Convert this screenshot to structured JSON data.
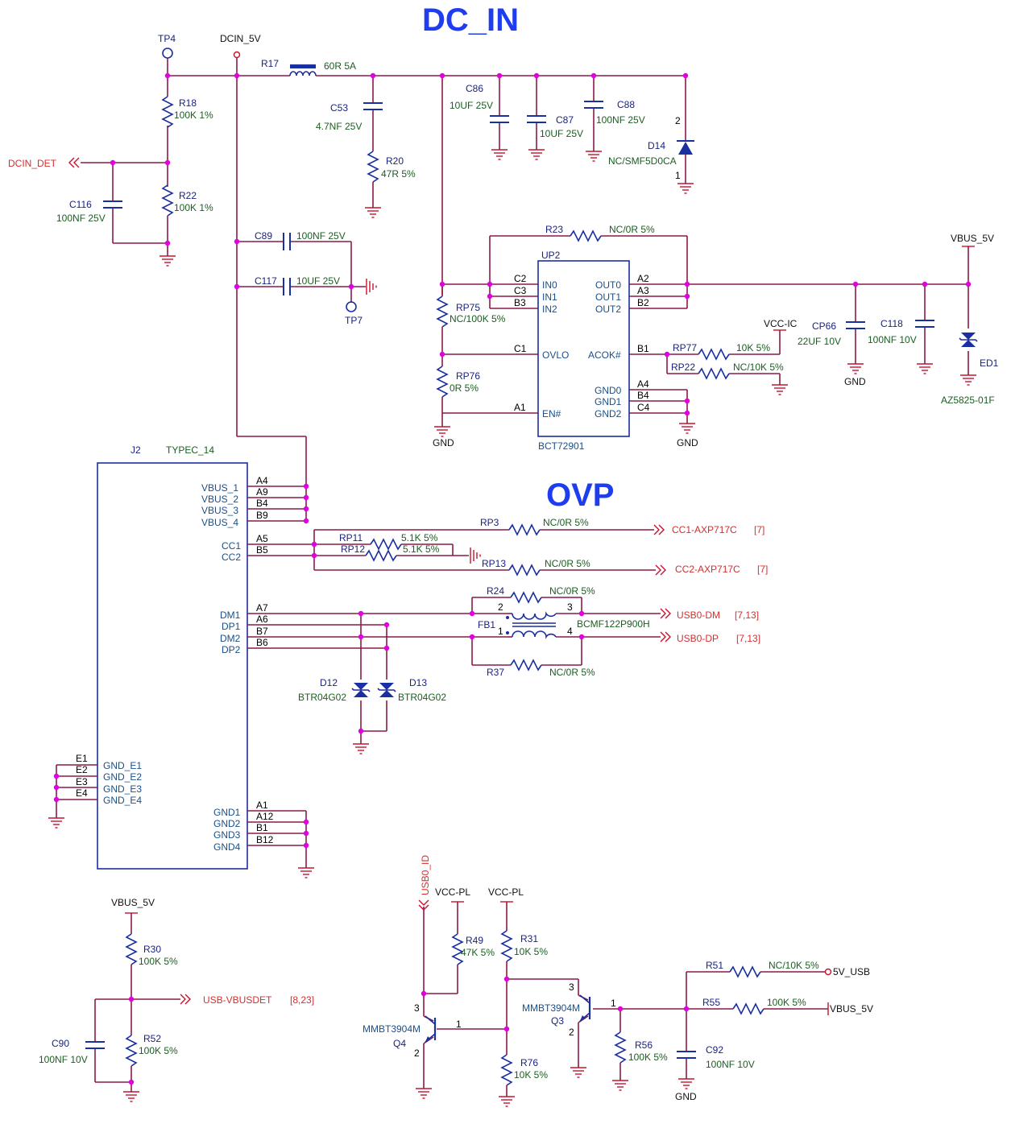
{
  "titles": {
    "dc_in": "DC_IN",
    "ovp": "OVP"
  },
  "nets": {
    "dcin_5v": "DCIN_5V",
    "vbus_5v_top": "VBUS_5V",
    "vcc_ic": "VCC-IC",
    "vbus_5v_bottom": "VBUS_5V",
    "vcc_pl_1": "VCC-PL",
    "vcc_pl_2": "VCC-PL",
    "usb0_id": "USB0_ID",
    "v5_usb": "5V_USB",
    "vbus_5v_right": "VBUS_5V",
    "gnd_up2_left": "GND",
    "gnd_up2_right": "GND",
    "gnd_cp66": "GND",
    "gnd_c92": "GND"
  },
  "ports": {
    "dcin_det": "DCIN_DET",
    "cc1": "CC1-AXP717C",
    "cc1_ref": "[7]",
    "cc2": "CC2-AXP717C",
    "cc2_ref": "[7]",
    "usb0_dm": "USB0-DM",
    "usb0_dm_ref": "[7,13]",
    "usb0_dp": "USB0-DP",
    "usb0_dp_ref": "[7,13]",
    "usb_vbusdet": "USB-VBUSDET",
    "usb_vbusdet_ref": "[8,23]"
  },
  "components": {
    "tp4": "TP4",
    "tp7": "TP7",
    "r17": "R17",
    "r17_val": "60R 5A",
    "r18": "R18",
    "r18_val": "100K 1%",
    "r22": "R22",
    "r22_val": "100K 1%",
    "c116": "C116",
    "c116_val": "100NF 25V",
    "c53": "C53",
    "c53_val": "4.7NF 25V",
    "r20": "R20",
    "r20_val": "47R 5%",
    "c86": "C86",
    "c86_val": "10UF 25V",
    "c87": "C87",
    "c87_val": "10UF 25V",
    "c88": "C88",
    "c88_val": "100NF 25V",
    "d14": "D14",
    "d14_val": "NC/SMF5D0CA",
    "c89": "C89",
    "c89_val": "100NF 25V",
    "c117": "C117",
    "c117_val": "10UF 25V",
    "r23": "R23",
    "r23_val": "NC/0R 5%",
    "up2": "UP2",
    "up2_part": "BCT72901",
    "rp75": "RP75",
    "rp75_val": "NC/100K 5%",
    "rp76": "RP76",
    "rp76_val": "0R 5%",
    "rp77": "RP77",
    "rp77_val": "10K 5%",
    "rp22": "RP22",
    "rp22_val": "NC/10K 5%",
    "cp66": "CP66",
    "cp66_val": "22UF 10V",
    "c118": "C118",
    "c118_val": "100NF 10V",
    "ed1": "ED1",
    "ed1_val": "AZ5825-01F",
    "j2": "J2",
    "j2_part": "TYPEC_14",
    "rp3": "RP3",
    "rp3_val": "NC/0R 5%",
    "rp11": "RP11",
    "rp11_val": "5.1K 5%",
    "rp12": "RP12",
    "rp12_val": "5.1K 5%",
    "rp13": "RP13",
    "rp13_val": "NC/0R 5%",
    "r24": "R24",
    "r24_val": "NC/0R 5%",
    "fb1": "FB1",
    "fb1_val": "BCMF122P900H",
    "r37": "R37",
    "r37_val": "NC/0R 5%",
    "d12": "D12",
    "d12_val": "BTR04G02",
    "d13": "D13",
    "d13_val": "BTR04G02",
    "r30": "R30",
    "r30_val": "100K 5%",
    "r52": "R52",
    "r52_val": "100K 5%",
    "c90": "C90",
    "c90_val": "100NF 10V",
    "r49": "R49",
    "r49_val": "47K 5%",
    "r31": "R31",
    "r31_val": "10K 5%",
    "r76": "R76",
    "r76_val": "10K 5%",
    "q4": "Q4",
    "q4_part": "MMBT3904M",
    "q3": "Q3",
    "q3_part": "MMBT3904M",
    "r56": "R56",
    "r56_val": "100K 5%",
    "r51": "R51",
    "r51_val": "NC/10K 5%",
    "r55": "R55",
    "r55_val": "100K 5%",
    "c92": "C92",
    "c92_val": "100NF 10V"
  },
  "up2_pins": {
    "in0": "IN0",
    "in1": "IN1",
    "in2": "IN2",
    "ovlo": "OVLO",
    "en": "EN#",
    "out0": "OUT0",
    "out1": "OUT1",
    "out2": "OUT2",
    "acok": "ACOK#",
    "gnd0": "GND0",
    "gnd1": "GND1",
    "gnd2": "GND2",
    "c2": "C2",
    "c3": "C3",
    "b3": "B3",
    "c1": "C1",
    "a1": "A1",
    "a2": "A2",
    "a3": "A3",
    "b2": "B2",
    "b1": "B1",
    "a4": "A4",
    "b4": "B4",
    "c4": "C4"
  },
  "j2_pins": {
    "vbus_1": "VBUS_1",
    "vbus_2": "VBUS_2",
    "vbus_3": "VBUS_3",
    "vbus_4": "VBUS_4",
    "cc1": "CC1",
    "cc2": "CC2",
    "dm1": "DM1",
    "dp1": "DP1",
    "dm2": "DM2",
    "dp2": "DP2",
    "gnd_e1": "GND_E1",
    "gnd_e2": "GND_E2",
    "gnd_e3": "GND_E3",
    "gnd_e4": "GND_E4",
    "gnd1": "GND1",
    "gnd2": "GND2",
    "gnd3": "GND3",
    "gnd4": "GND4",
    "a4": "A4",
    "a9": "A9",
    "b4": "B4",
    "b9": "B9",
    "a5": "A5",
    "b5": "B5",
    "a7": "A7",
    "a6": "A6",
    "b7": "B7",
    "b6": "B6",
    "e1": "E1",
    "e2": "E2",
    "e3": "E3",
    "e4": "E4",
    "a1": "A1",
    "a12": "A12",
    "b1": "B1",
    "b12": "B12"
  },
  "misc_pins": {
    "fb1_p2": "2",
    "fb1_p3": "3",
    "fb1_p1": "1",
    "fb1_p4": "4",
    "d14_p2": "2",
    "d14_p1": "1",
    "q4_p3": "3",
    "q4_p1": "1",
    "q4_p2": "2",
    "q3_p3": "3",
    "q3_p1": "1",
    "q3_p2": "2"
  }
}
